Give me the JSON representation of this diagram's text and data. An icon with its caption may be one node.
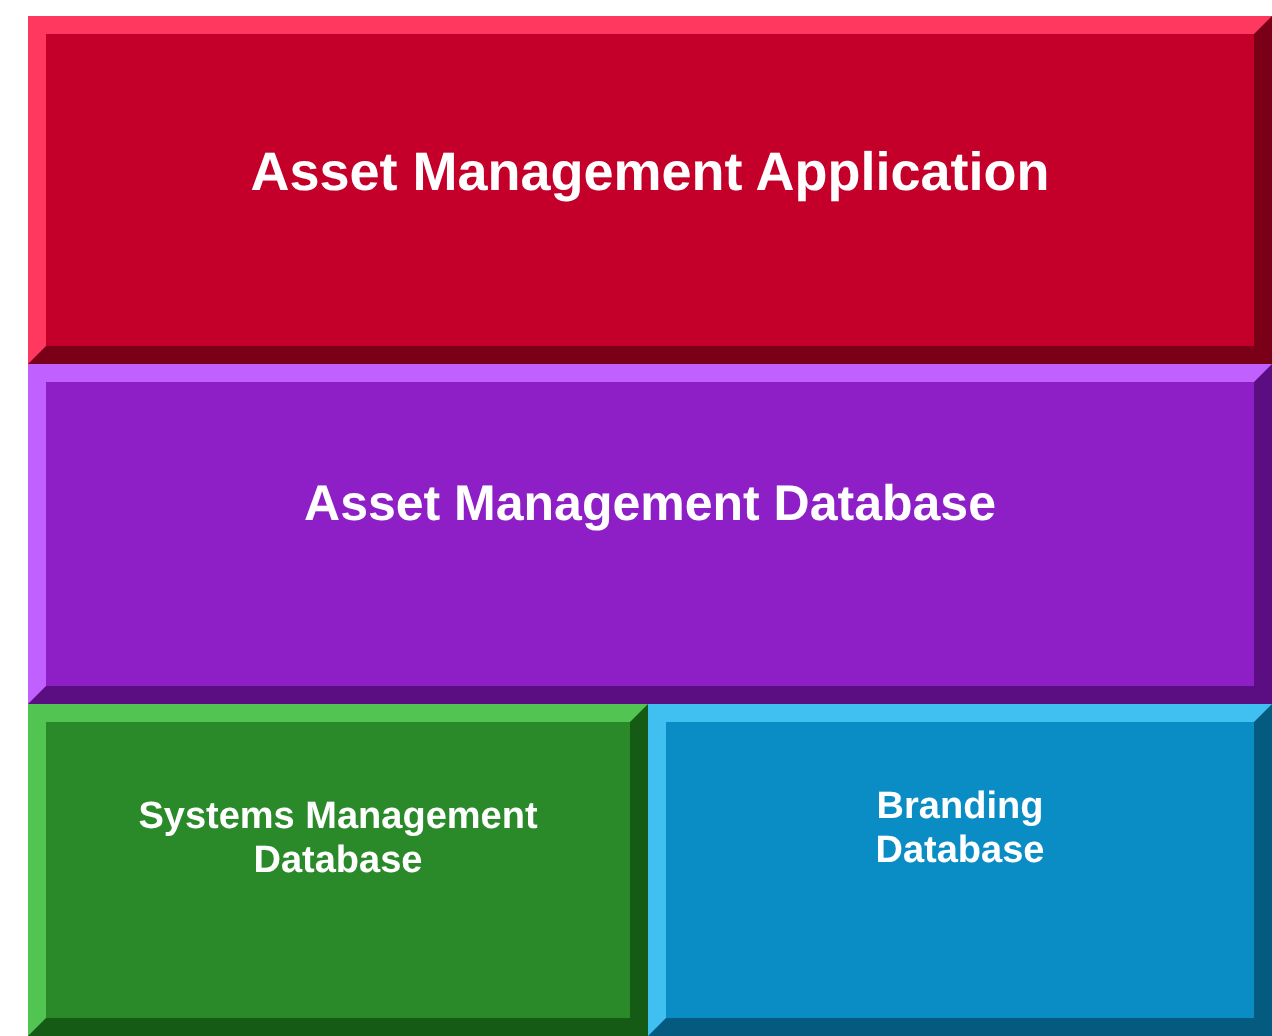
{
  "diagram": {
    "nodes": [
      {
        "text": [
          "Asset Management Application"
        ]
      },
      {
        "text": [
          "Asset Management Database"
        ]
      },
      {
        "text": [
          "Systems Management Database"
        ]
      },
      {
        "text": [
          "Branding Database"
        ]
      }
    ]
  }
}
